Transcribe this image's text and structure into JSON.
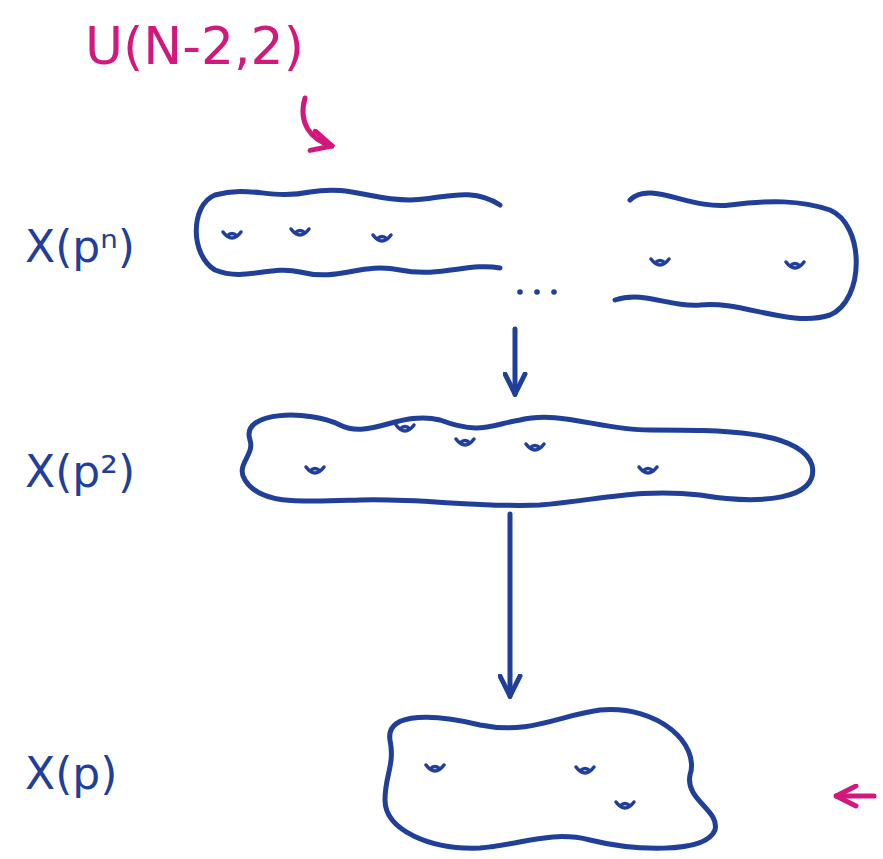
{
  "diagram": {
    "nodes": [
      {
        "text": [
          "X(pⁿ)"
        ]
      },
      {
        "text": [
          "X(p²)"
        ]
      },
      {
        "text": [
          "X(p)"
        ]
      }
    ],
    "edges": [
      {
        "from": 0,
        "to": 1,
        "arrow": "to"
      },
      {
        "from": 1,
        "to": 2,
        "arrow": "to"
      }
    ],
    "labels": [
      "U(N-2,2)"
    ]
  }
}
